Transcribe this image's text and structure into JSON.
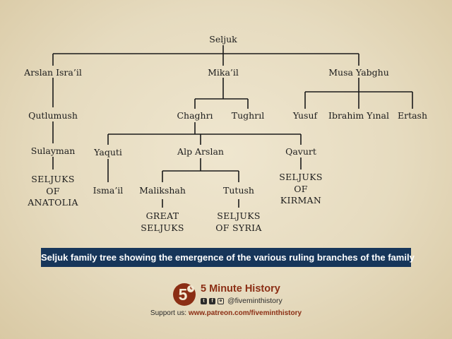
{
  "tree": {
    "seljuk": "Seljuk",
    "arslan_israil": "Arslan Isra’il",
    "mikail": "Mika’il",
    "musa_yabghu": "Musa Yabghu",
    "qutlumush": "Qutlumush",
    "chaghri": "Chaghrı",
    "tughril": "Tughrıl",
    "yusuf": "Yusuf",
    "ibrahim_yinal": "Ibrahim Yınal",
    "ertash": "Ertash",
    "sulayman": "Sulayman",
    "yaquti": "Yaquti",
    "alp_arslan": "Alp Arslan",
    "qavurt": "Qavurt",
    "ismail": "Isma’il",
    "malikshah": "Malikshah",
    "tutush": "Tutush",
    "seljuks_of_anatolia": "SELJUKS\nOF\nANATOLIA",
    "seljuks_of_kirman": "SELJUKS\nOF\nKIRMAN",
    "great_seljuks": "GREAT\nSELJUKS",
    "seljuks_of_syria": "SELJUKS\nOF SYRIA"
  },
  "caption": "Seljuk family tree showing the emergence of the various ruling branches of the family",
  "footer": {
    "brand_name": "5 Minute History",
    "logo_numeral": "5",
    "social_handle": "@fiveminthistory",
    "support_label": "Support us: ",
    "support_link": "www.patreon.com/fiveminthistory"
  },
  "colors": {
    "background": "#e6dbbf",
    "caption_bg": "#17365a",
    "brand": "#8b2e14"
  },
  "icons": [
    "twitter-icon",
    "facebook-icon",
    "instagram-icon",
    "clock-icon"
  ]
}
